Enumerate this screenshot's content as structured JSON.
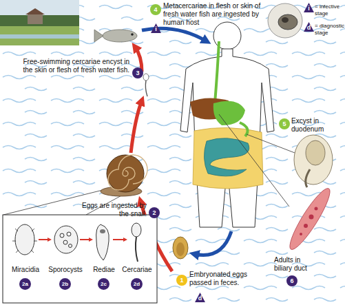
{
  "diagram": {
    "nodes": [
      {
        "text": [
          "4",
          "Metacercariae in flesh or skin of fresh water fish are ingested by human host"
        ]
      },
      {
        "text": [
          "Free-swimming cercariae encyst in the skin or flesh of fresh water fish.",
          "3"
        ]
      },
      {
        "text": [
          "5",
          "Excyst in duodenum"
        ]
      },
      {
        "text": [
          "Eggs are ingested by the snail.",
          "2"
        ]
      },
      {
        "text": [
          "Miracidia",
          "2a"
        ]
      },
      {
        "text": [
          "Sporocysts",
          "2b"
        ]
      },
      {
        "text": [
          "Rediae",
          "2c"
        ]
      },
      {
        "text": [
          "Cercariae",
          "2d"
        ]
      },
      {
        "text": [
          "1",
          "Embryonated eggs passed in feces."
        ]
      },
      {
        "text": [
          "Adults in biliary duct",
          "6"
        ]
      }
    ],
    "labels": [
      "i",
      "d",
      "i",
      "d"
    ],
    "legend": [
      {
        "text": "= infective stage"
      },
      {
        "text": "= diagnostic stage"
      }
    ]
  }
}
